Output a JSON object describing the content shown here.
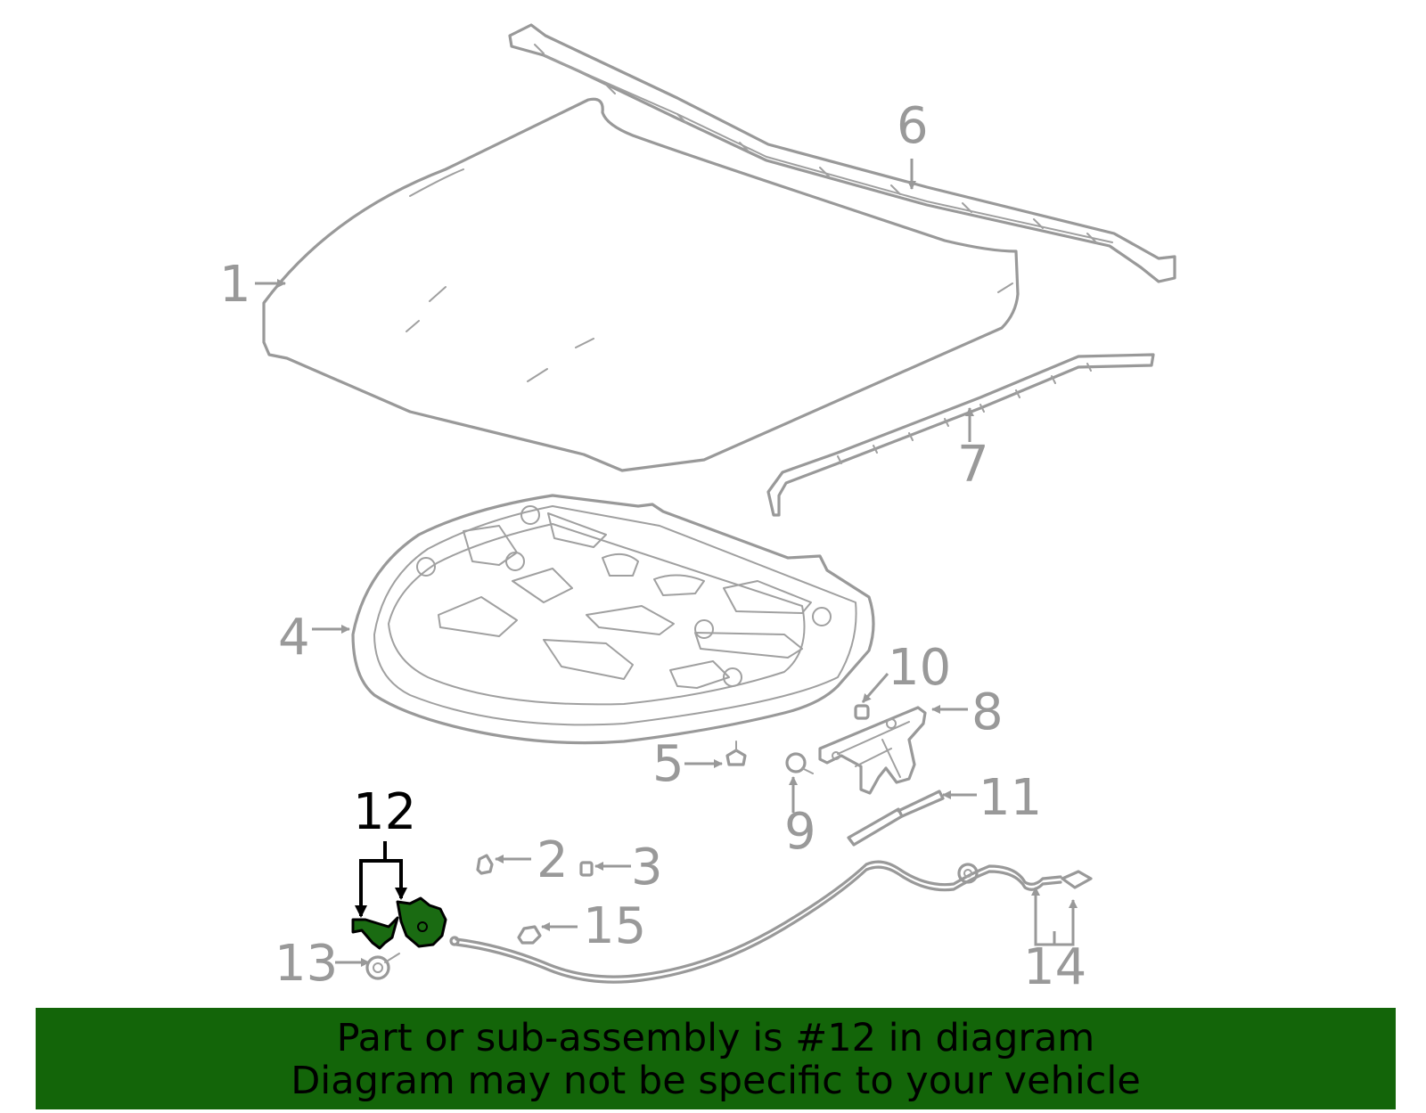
{
  "diagram": {
    "callouts": [
      "1",
      "2",
      "3",
      "4",
      "5",
      "6",
      "7",
      "8",
      "9",
      "10",
      "11",
      "12",
      "13",
      "14",
      "15"
    ],
    "highlighted_callout": "12",
    "highlight_color": "#136509",
    "line_color": "#999999"
  },
  "footer": {
    "line1": "Part or sub-assembly is #12 in diagram",
    "line2": "Diagram may not be specific to your vehicle",
    "background_color": "#136509"
  }
}
